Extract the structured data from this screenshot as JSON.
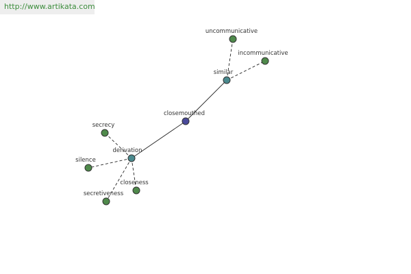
{
  "site": {
    "url": "http://www.artikata.com"
  },
  "graph": {
    "colors": {
      "center": "#4a4a9a",
      "hub": "#4a8a8e",
      "leaf": "#4f8a4b"
    },
    "nodes": [
      {
        "id": "closemouthed",
        "label": "closemouthed",
        "kind": "center"
      },
      {
        "id": "similar",
        "label": "similar",
        "kind": "hub"
      },
      {
        "id": "derivation",
        "label": "derivation",
        "kind": "hub"
      },
      {
        "id": "uncommunicative",
        "label": "uncommunicative",
        "kind": "leaf"
      },
      {
        "id": "incommunicative",
        "label": "incommunicative",
        "kind": "leaf"
      },
      {
        "id": "secrecy",
        "label": "secrecy",
        "kind": "leaf"
      },
      {
        "id": "silence",
        "label": "silence",
        "kind": "leaf"
      },
      {
        "id": "closeness",
        "label": "closeness",
        "kind": "leaf"
      },
      {
        "id": "secretiveness",
        "label": "secretiveness",
        "kind": "leaf"
      }
    ],
    "edges": [
      {
        "from": "closemouthed",
        "to": "similar",
        "style": "solid"
      },
      {
        "from": "closemouthed",
        "to": "derivation",
        "style": "solid"
      },
      {
        "from": "similar",
        "to": "uncommunicative",
        "style": "dashed"
      },
      {
        "from": "similar",
        "to": "incommunicative",
        "style": "dashed"
      },
      {
        "from": "derivation",
        "to": "secrecy",
        "style": "dashed"
      },
      {
        "from": "derivation",
        "to": "silence",
        "style": "dashed"
      },
      {
        "from": "derivation",
        "to": "closeness",
        "style": "dashed"
      },
      {
        "from": "derivation",
        "to": "secretiveness",
        "style": "dashed"
      }
    ]
  }
}
